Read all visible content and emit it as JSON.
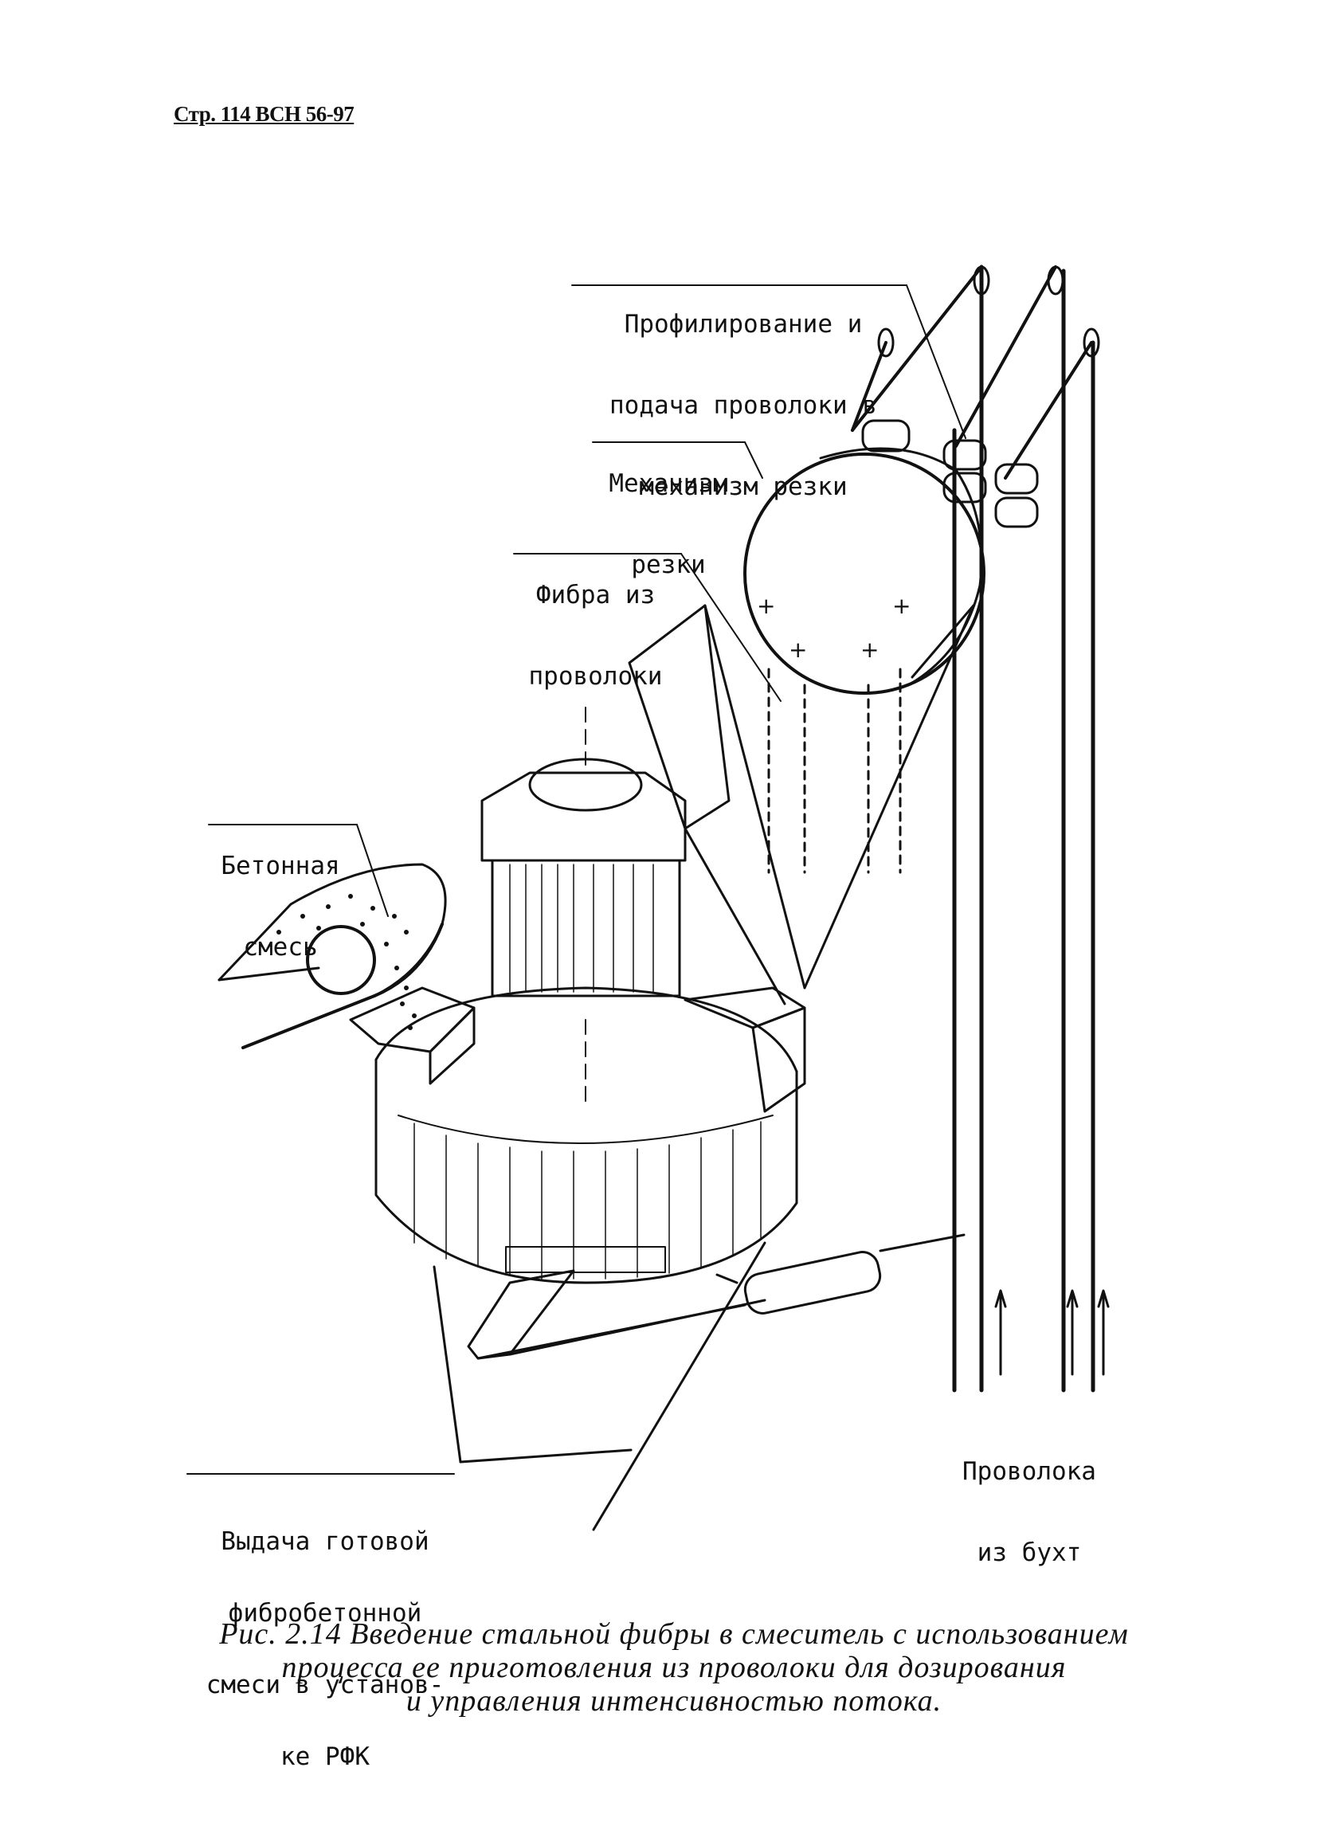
{
  "header": {
    "page_ref": "Стр. 114 ВСН 56-97"
  },
  "labels": {
    "profiling": [
      "Профилирование и",
      "подача проволоки в",
      "механизм резки"
    ],
    "cutting_mechanism": [
      "Механизм",
      "резки"
    ],
    "wire_fiber": [
      "Фибра из",
      "проволоки"
    ],
    "concrete_mix": [
      "Бетонная",
      "смесь"
    ],
    "wire_from_coils": [
      "Проволока",
      "из бухт"
    ],
    "output": [
      "Выдача готовой",
      "фибробетонной",
      "смеси в установ-",
      "ке РФК"
    ]
  },
  "caption": {
    "lines": [
      "Рис. 2.14 Введение стальной фибры в  смеситель с использованием",
      "процесса ее приготовления из проволоки для дозирования",
      "и управления интенсивностью потока."
    ]
  },
  "colors": {
    "ink": "#111111",
    "paper": "#ffffff"
  }
}
